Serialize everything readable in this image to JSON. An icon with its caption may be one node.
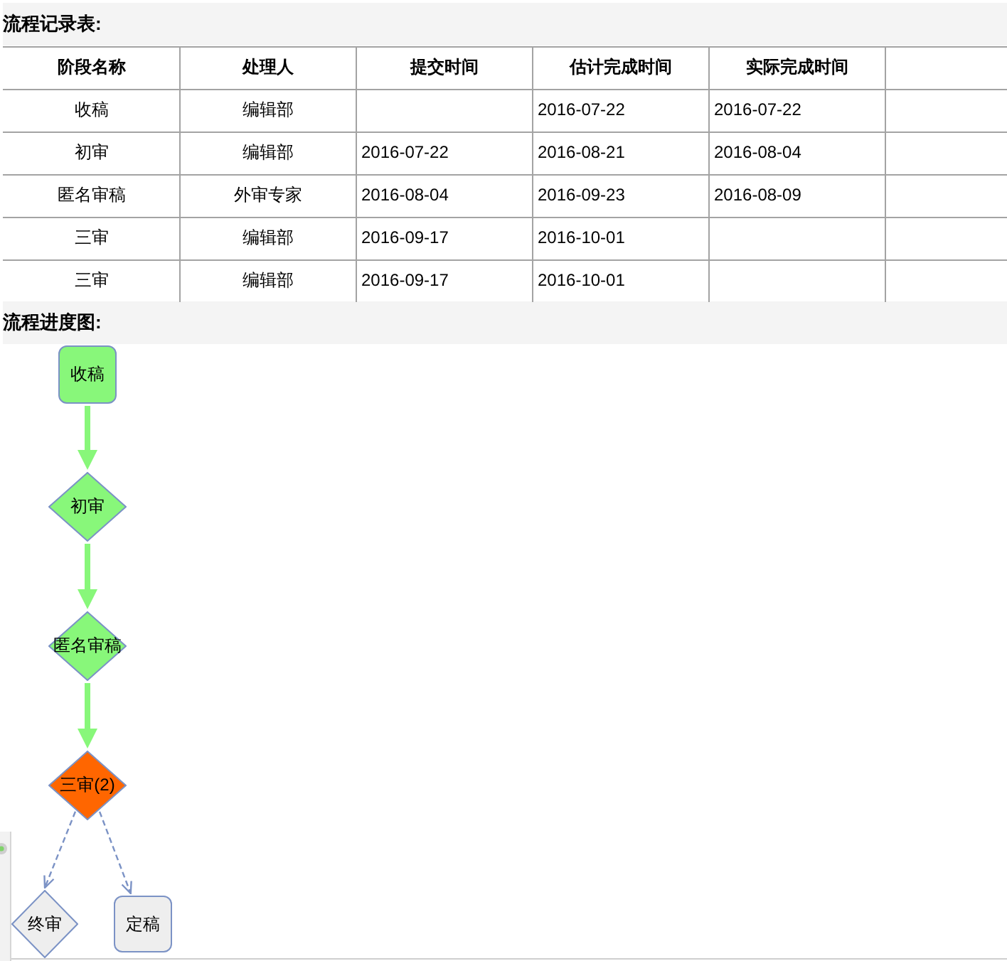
{
  "diagram": {
    "nodes": [
      {
        "text": [
          "收稿"
        ]
      },
      {
        "text": [
          "初审"
        ]
      },
      {
        "text": [
          "匿名审稿"
        ]
      },
      {
        "text": [
          "三审(2)"
        ]
      },
      {
        "text": [
          "终审"
        ]
      },
      {
        "text": [
          "定稿"
        ]
      }
    ],
    "edges": [
      {
        "from": 0,
        "to": 1,
        "arrow": "to"
      },
      {
        "from": 1,
        "to": 2,
        "arrow": "to"
      },
      {
        "from": 2,
        "to": 3,
        "arrow": "to"
      },
      {
        "from": 3,
        "to": 4,
        "arrow": "to",
        "style": "dashed",
        "color": "#7b92c5"
      },
      {
        "from": 3,
        "to": 5,
        "arrow": "to",
        "style": "dashed",
        "color": "#7b92c5"
      }
    ],
    "labels": [
      "流程记录表:",
      "阶段名称",
      "处理人",
      "提交时间",
      "估计完成时间",
      "实际完成时间",
      "收稿",
      "编辑部",
      "2016-07-22",
      "2016-07-22",
      "初审",
      "编辑部",
      "2016-07-22",
      "2016-08-21",
      "2016-08-04",
      "匿名审稿",
      "外审专家",
      "2016-08-04",
      "2016-09-23",
      "2016-08-09",
      "三审",
      "编辑部",
      "2016-09-17",
      "2016-10-01",
      "三审",
      "编辑部",
      "2016-09-17",
      "2016-10-01",
      "流程进度图:"
    ]
  }
}
